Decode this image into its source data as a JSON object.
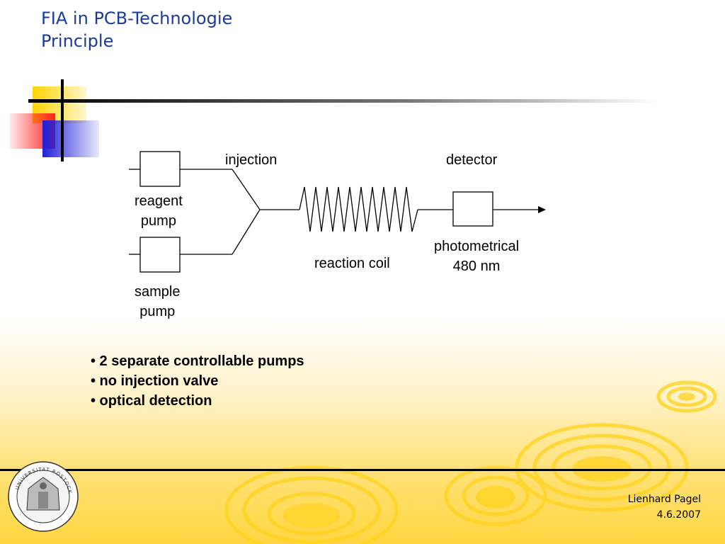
{
  "title": {
    "line1": "FIA in PCB-Technologie",
    "line2": "Principle"
  },
  "diagram": {
    "injection_label": "injection",
    "detector_label": "detector",
    "reagent_pump_label": [
      "reagent",
      "pump"
    ],
    "sample_pump_label": [
      "sample",
      "pump"
    ],
    "reaction_coil_label": "reaction coil",
    "photometrical_label": [
      "photometrical",
      "480 nm"
    ]
  },
  "bullets": [
    "• 2 separate controllable pumps",
    "• no injection valve",
    "• optical detection"
  ],
  "footer": {
    "author": "Lienhard Pagel",
    "date": "4.6.2007"
  },
  "seal_text": "UNIVERSITAT ROSTOCK",
  "colors": {
    "title": "#1a3a9c",
    "yellow": "#ffd400",
    "red": "#ff2b2b",
    "blue": "#2a2ad8"
  }
}
